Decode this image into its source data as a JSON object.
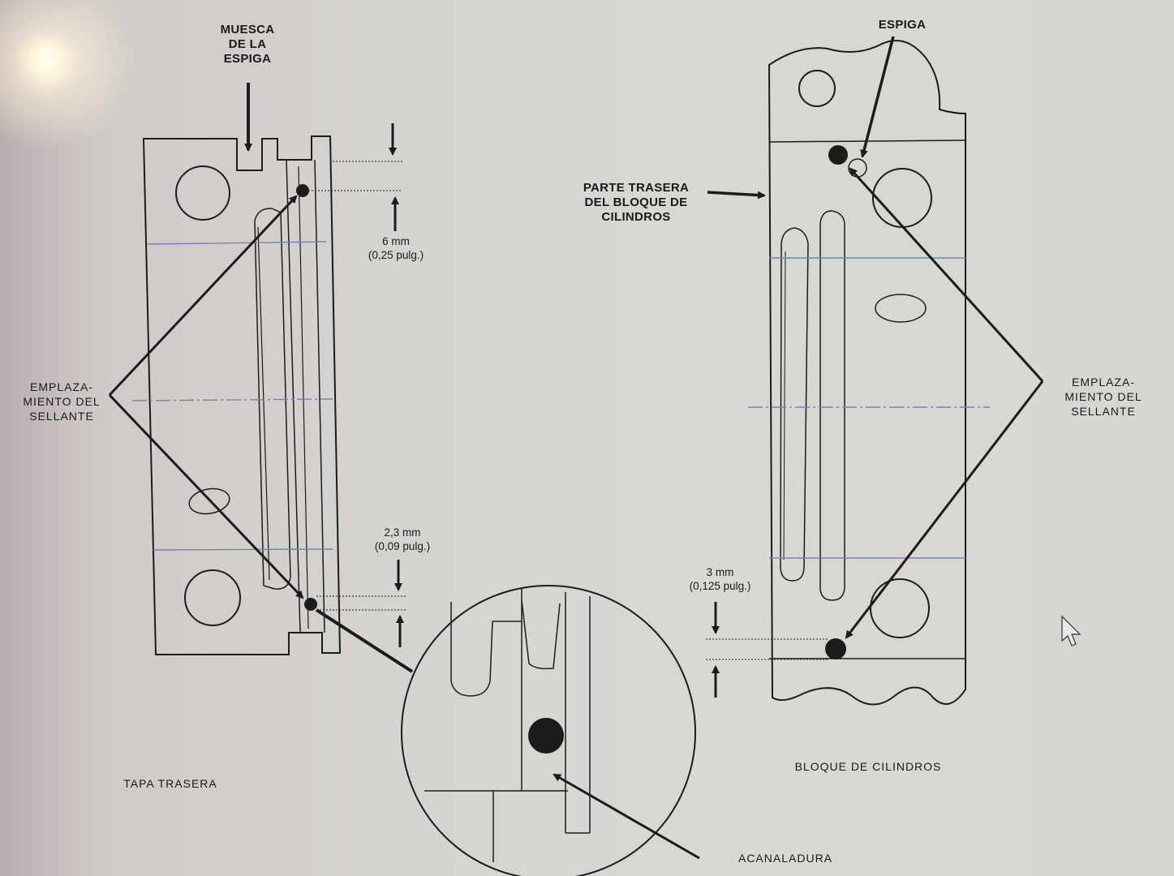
{
  "labels": {
    "muesca": "MUESCA\nDE LA\nESPIGA",
    "espiga": "ESPIGA",
    "parte_trasera": "PARTE TRASERA\nDEL BLOQUE DE\nCILINDROS",
    "emplazamiento_left": "EMPLAZA-\nMIENTO DEL\nSELLANTE",
    "emplazamiento_right": "EMPLAZA-\nMIENTO DEL\nSELLANTE",
    "dim_6mm": "6 mm\n(0,25 pulg.)",
    "dim_23mm": "2,3 mm\n(0,09 pulg.)",
    "dim_3mm": "3 mm\n(0,125 pulg.)",
    "tapa_trasera": "TAPA TRASERA",
    "bloque_cilindros": "BLOQUE DE CILINDROS",
    "acanaladura": "ACANALADURA"
  },
  "colors": {
    "line": "#1c1c1c",
    "blue_line": "#6f86b8",
    "paper": "#d8d7d2"
  }
}
